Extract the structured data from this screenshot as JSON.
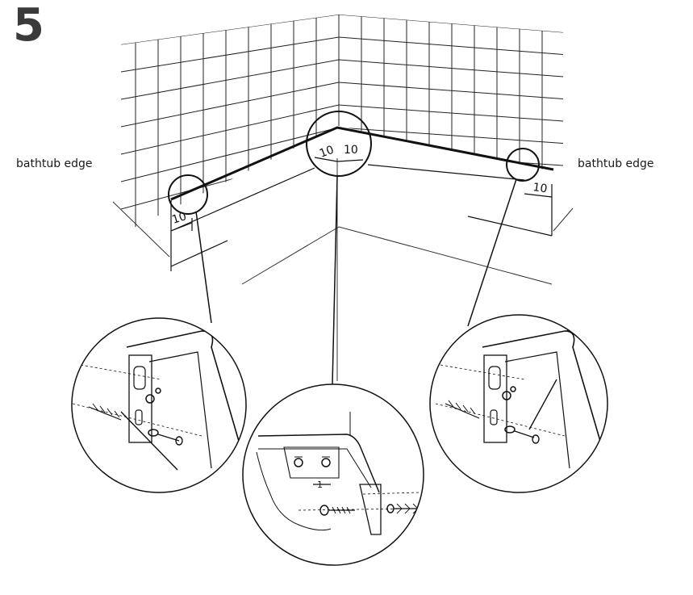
{
  "step_number": "5",
  "labels": {
    "bathtub_edge_left": "bathtub edge",
    "bathtub_edge_right": "bathtub edge"
  },
  "dimensions": {
    "left_end": "10",
    "corner_left": "10",
    "corner_right": "10",
    "right_end": "10"
  },
  "details": {
    "bottom_center_mark": "1"
  }
}
